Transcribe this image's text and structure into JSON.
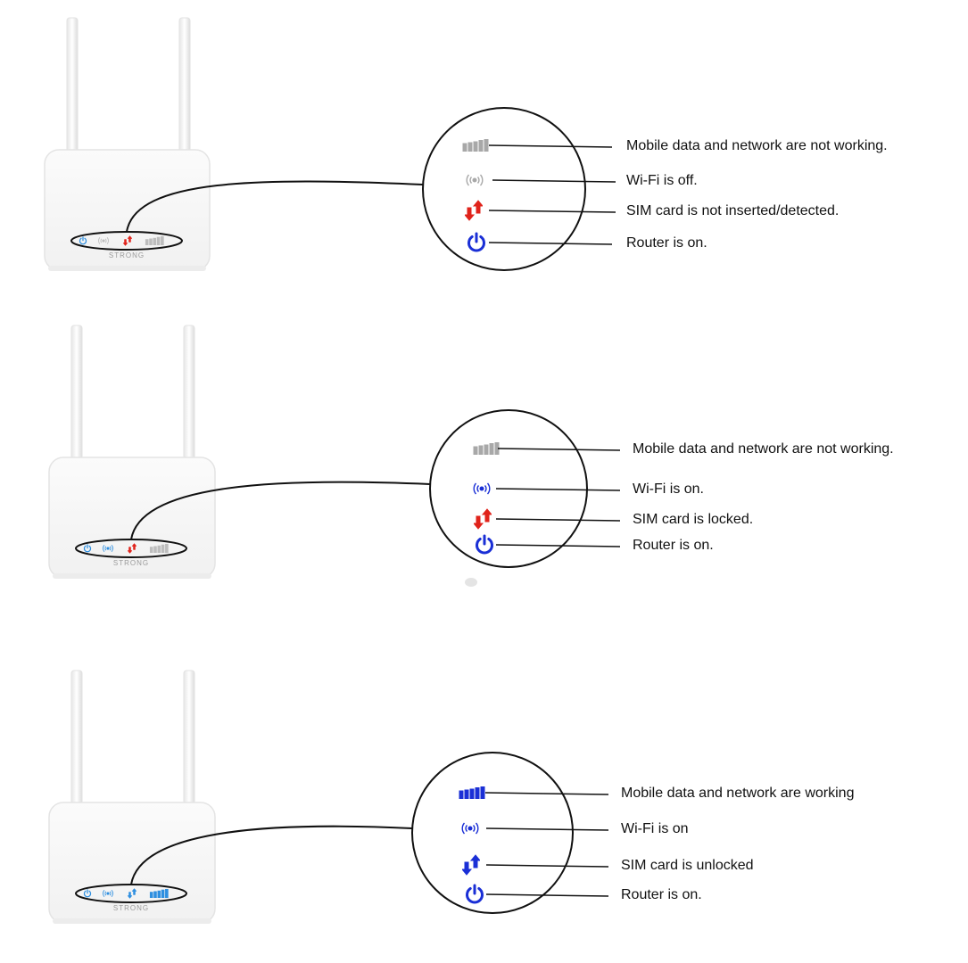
{
  "brand": "STRONG",
  "colors": {
    "off_gray": "#a8a8a8",
    "on_blue": "#1a2fd6",
    "led_blue": "#2e8fe0",
    "alert_red": "#e0231b",
    "outline": "#111111"
  },
  "icons": [
    "signal-bars-icon",
    "wifi-icon",
    "sim-arrows-icon",
    "power-icon"
  ],
  "panels": [
    {
      "labels": {
        "signal": "Mobile data and network are not working.",
        "wifi": "Wi-Fi is off.",
        "sim": "SIM card is not inserted/detected.",
        "power": "Router is on."
      },
      "states": {
        "signal": "off",
        "wifi": "off",
        "sim": "alert",
        "power": "on"
      }
    },
    {
      "labels": {
        "signal": "Mobile data and network are not working.",
        "wifi": "Wi-Fi is on.",
        "sim": "SIM card is locked.",
        "power": "Router is on."
      },
      "states": {
        "signal": "off",
        "wifi": "on",
        "sim": "alert",
        "power": "on"
      }
    },
    {
      "labels": {
        "signal": "Mobile data and network are working",
        "wifi": "Wi-Fi is on",
        "sim": "SIM card is unlocked",
        "power": "Router is on."
      },
      "states": {
        "signal": "on",
        "wifi": "on",
        "sim": "on",
        "power": "on"
      }
    }
  ]
}
